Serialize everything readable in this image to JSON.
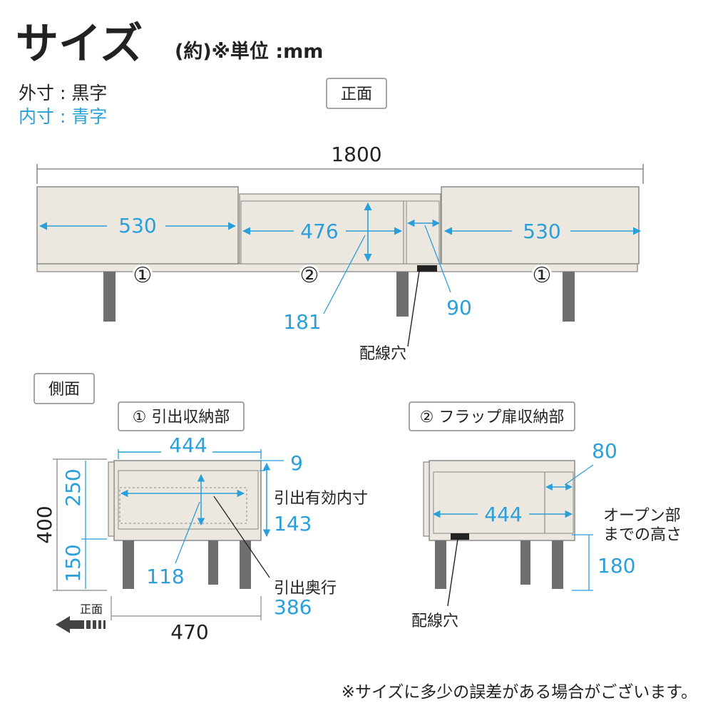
{
  "header": {
    "title": "サイズ",
    "unit": "(約)※単位 :mm",
    "legend_outer": "外寸 : 黒字",
    "legend_inner": "内寸 : 青字"
  },
  "colors": {
    "ink": "#222222",
    "blue": "#2b9fd9",
    "panel": "#ece8df",
    "frame": "#8a8a8a",
    "leg": "#6f6f6f"
  },
  "front": {
    "label": "正面",
    "width_total": "1800",
    "left_drawer_inner": "530",
    "center_inner": "476",
    "right_drawer_inner": "530",
    "center_height_inner": "181",
    "open_width_inner": "90",
    "cable_hole": "配線穴",
    "badge_1": "①",
    "badge_2": "②"
  },
  "side": {
    "label": "側面",
    "drawer_title": "① 引出収納部",
    "flap_title": "② フラップ扉収納部",
    "drawer_width_inner": "444",
    "top_gap": "9",
    "height_total": "400",
    "height_upper": "250",
    "height_lower": "150",
    "drawer_effective_label": "引出有効内寸",
    "drawer_effective_height": "143",
    "drawer_depth_label": "引出奥行",
    "drawer_depth": "386",
    "inner_height_small": "118",
    "depth_total": "470",
    "front_arrow_label": "正面",
    "flap_width_inner": "444",
    "flap_top_gap": "80",
    "open_height_label_1": "オープン部",
    "open_height_label_2": "までの高さ",
    "open_height": "180",
    "cable_hole": "配線穴"
  },
  "footer": {
    "note": "※サイズに多少の誤差がある場合がございます。"
  }
}
